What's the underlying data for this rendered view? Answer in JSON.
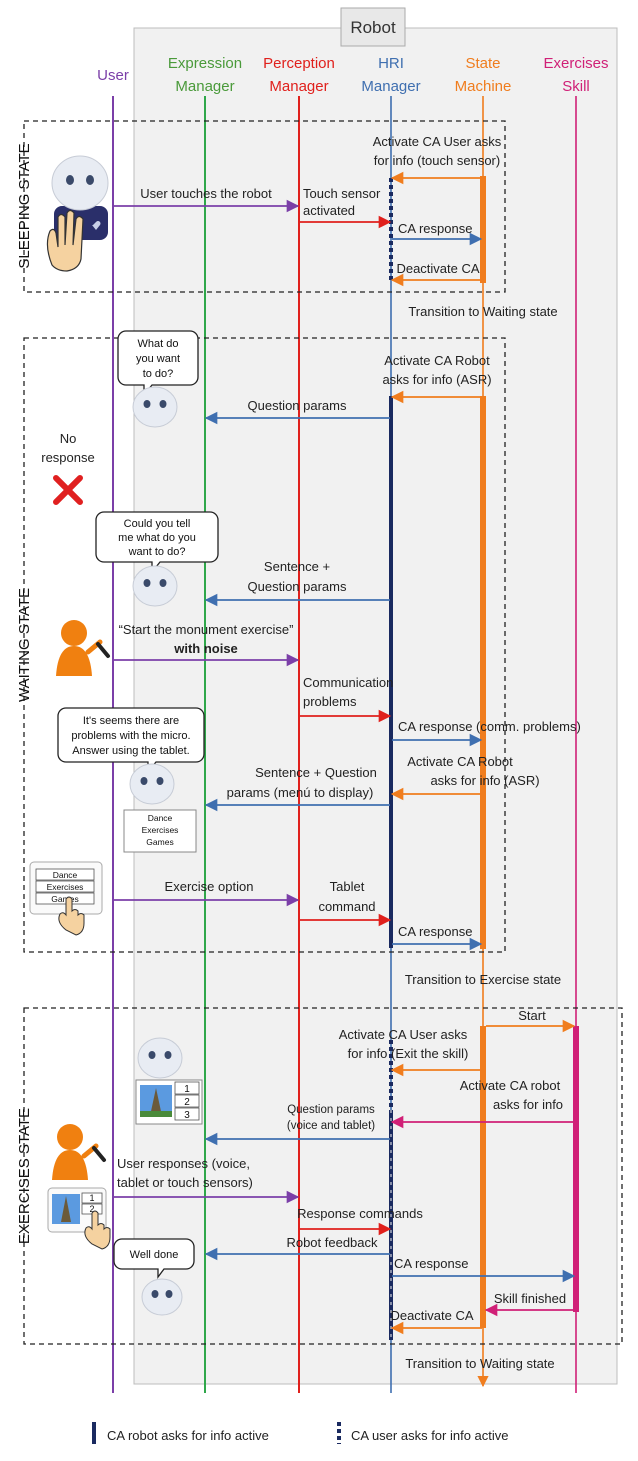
{
  "robot_label": "Robot",
  "lanes": [
    {
      "id": "user",
      "line1": "User",
      "line2": "",
      "color": "#7b3fa8"
    },
    {
      "id": "expression",
      "line1": "Expression",
      "line2": "Manager",
      "color": "#4a9a3a"
    },
    {
      "id": "perception",
      "line1": "Perception",
      "line2": "Manager",
      "color": "#e0201c"
    },
    {
      "id": "hri",
      "line1": "HRI",
      "line2": "Manager",
      "color": "#3f6fb0"
    },
    {
      "id": "state",
      "line1": "State",
      "line2": "Machine",
      "color": "#f07d1e"
    },
    {
      "id": "exercises",
      "line1": "Exercises",
      "line2": "Skill",
      "color": "#d02077"
    }
  ],
  "states": {
    "sleeping": "SLEEPING STATE",
    "waiting": "WAITING STATE",
    "exercises": "EXERCISES STATE"
  },
  "messages": {
    "m1a": "Activate CA User asks",
    "m1b": "for info (touch sensor)",
    "m2": "User touches the robot",
    "m3a": "Touch sensor",
    "m3b": "activated",
    "m4": "CA response",
    "m5": "Deactivate CA",
    "m6": "Transition to Waiting state",
    "m7a": "Activate CA Robot",
    "m7b": "asks for info (ASR)",
    "m8": "Question params",
    "m9a": "Sentence +",
    "m9b": "Question params",
    "m10a": "“Start the monument exercise”",
    "m10b": "with noise",
    "m11a": "Communication",
    "m11b": "problems",
    "m12": "CA response (comm. problems)",
    "m13a": "Activate CA Robot",
    "m13b": "asks for info (ASR)",
    "m14a": "Sentence + Question",
    "m14b": "params (menú to display)",
    "m15": "Exercise option",
    "m16a": "Tablet",
    "m16b": "command",
    "m17": "CA response",
    "m18": "Transition to Exercise state",
    "m19": "Start",
    "m20a": "Activate CA User asks",
    "m20b": "for info (Exit the skill)",
    "m21a": "Activate CA robot",
    "m21b": "asks for info",
    "m22a": "Question params",
    "m22b": "(voice and tablet)",
    "m23a": "User responses (voice,",
    "m23b": "tablet or touch sensors)",
    "m24": "Response commands",
    "m25": "Robot feedback",
    "m26": "CA response",
    "m27": "Skill finished",
    "m28": "Deactivate CA",
    "m29": "Transition to Waiting state"
  },
  "annotations": {
    "no_response_a": "No",
    "no_response_b": "response",
    "bubble1_a": "What do",
    "bubble1_b": "you want",
    "bubble1_c": "to do?",
    "bubble2_a": "Could you tell",
    "bubble2_b": "me what do you",
    "bubble2_c": "want to do?",
    "bubble3_a": "It's seems there are",
    "bubble3_b": "problems with the micro.",
    "bubble3_c": "Answer using the tablet.",
    "bubble4": "Well done",
    "menu_items": [
      "Dance",
      "Exercises",
      "Games"
    ],
    "exercise_numbers": [
      "1",
      "2",
      "3"
    ]
  },
  "legend": {
    "solid": "CA robot asks for info active",
    "dotted": "CA user asks for info active"
  }
}
